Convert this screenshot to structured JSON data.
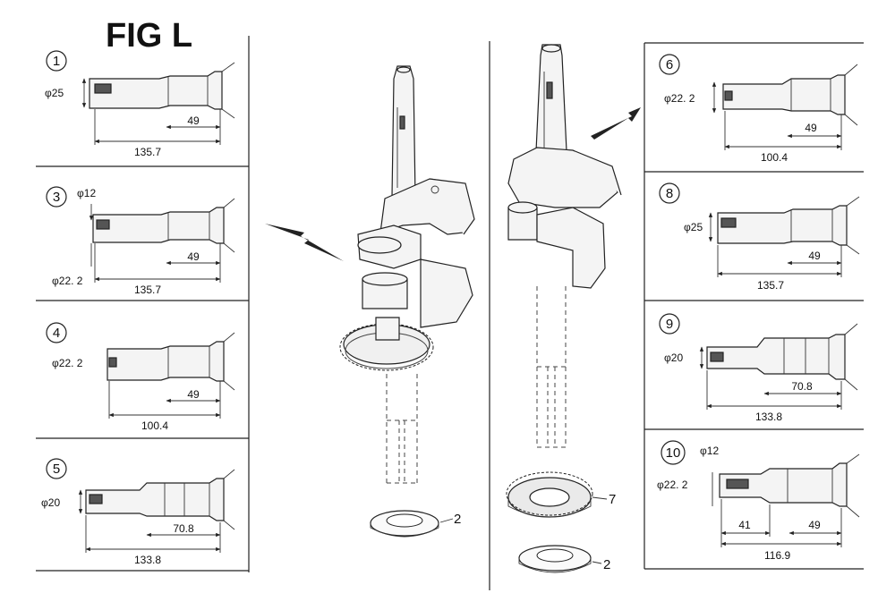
{
  "figure_title": "FIG L",
  "left_variants": [
    {
      "id": "1",
      "diameter": "φ25",
      "length_a": "49",
      "length_total": "135.7"
    },
    {
      "id": "3",
      "diameter_top": "φ12",
      "diameter": "φ22. 2",
      "length_a": "49",
      "length_total": "135.7"
    },
    {
      "id": "4",
      "diameter": "φ22. 2",
      "length_a": "49",
      "length_total": "100.4"
    },
    {
      "id": "5",
      "diameter": "φ20",
      "length_a": "70.8",
      "length_total": "133.8"
    }
  ],
  "right_variants": [
    {
      "id": "6",
      "diameter": "φ22. 2",
      "length_a": "49",
      "length_total": "100.4"
    },
    {
      "id": "8",
      "diameter": "φ25",
      "length_a": "49",
      "length_total": "135.7"
    },
    {
      "id": "9",
      "diameter": "φ20",
      "length_a": "70.8",
      "length_total": "133.8"
    },
    {
      "id": "10",
      "diameter_top": "φ12",
      "diameter": "φ22. 2",
      "length_b": "41",
      "length_a": "49",
      "length_total": "116.9"
    }
  ],
  "callouts": {
    "washer_left": "2",
    "gear": "7",
    "washer_right": "2"
  }
}
